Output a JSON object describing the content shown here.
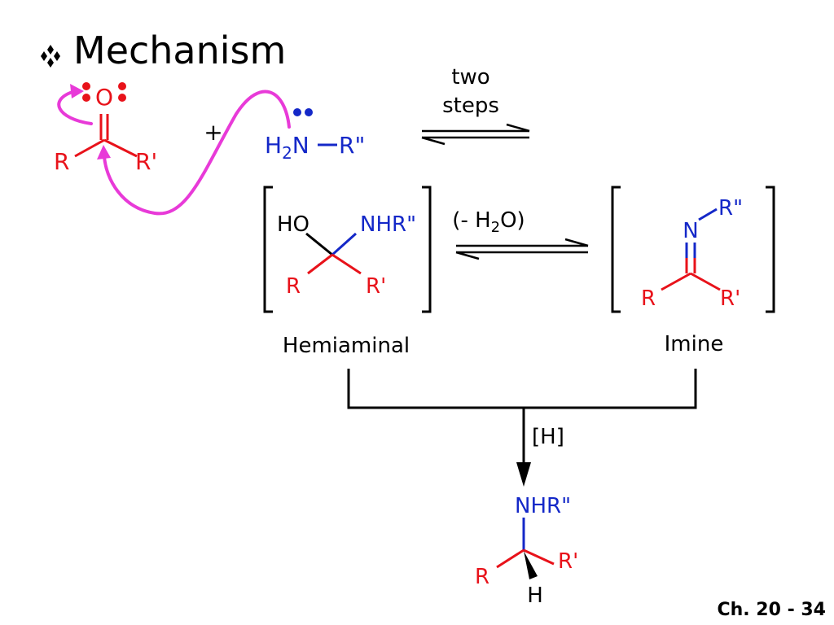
{
  "title": "Mechanism",
  "bullet_icon": "diamond-bullet-icon",
  "colors": {
    "carbonyl": "#e8121a",
    "amine": "#1428c8",
    "arrow": "#e83ad8",
    "text": "#000000"
  },
  "reactants": {
    "ketone": {
      "oxygen": "O",
      "left_group": "R",
      "right_group": "R'"
    },
    "plus": "+",
    "amine": {
      "h": "H",
      "h_sub": "2",
      "n": "N",
      "group": "R\""
    }
  },
  "step1": {
    "line1": "two",
    "line2": "steps"
  },
  "hemiaminal": {
    "ho": "HO",
    "nhr": "NHR\"",
    "left": "R",
    "right": "R'",
    "name": "Hemiaminal"
  },
  "step2": {
    "open": "(- H",
    "sub": "2",
    "close": "O)"
  },
  "imine": {
    "n": "N",
    "group": "R\"",
    "left": "R",
    "right": "R'",
    "name": "Imine"
  },
  "reduction": {
    "reagent": "[H]"
  },
  "product": {
    "nhr": "NHR\"",
    "left": "R",
    "right": "R'",
    "h": "H"
  },
  "footer": {
    "slide_label": "Ch. 20 - 34"
  }
}
